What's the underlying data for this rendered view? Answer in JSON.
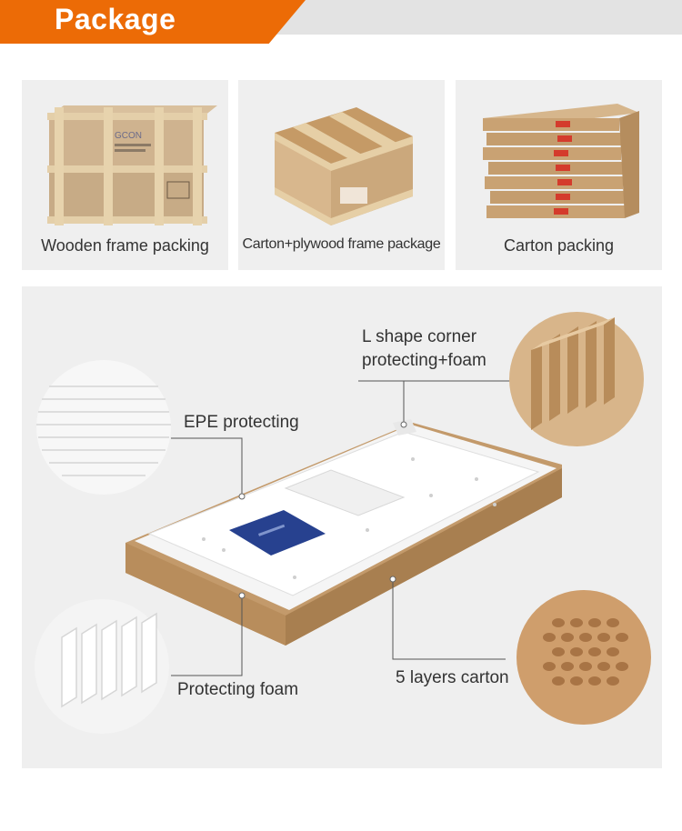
{
  "header": {
    "title": "Package",
    "accent_color": "#ec6b06"
  },
  "packing_types": [
    {
      "label": "Wooden frame packing",
      "icon": "wooden-crate-icon"
    },
    {
      "label": "Carton+plywood frame package",
      "icon": "plywood-box-icon"
    },
    {
      "label": "Carton packing",
      "icon": "carton-stack-icon"
    }
  ],
  "callouts": {
    "l_shape": {
      "line1": "L shape corner",
      "line2": "protecting+foam"
    },
    "epe": "EPE protecting",
    "foam": "Protecting foam",
    "carton": "5 layers carton"
  },
  "crate_brand": "GCON"
}
